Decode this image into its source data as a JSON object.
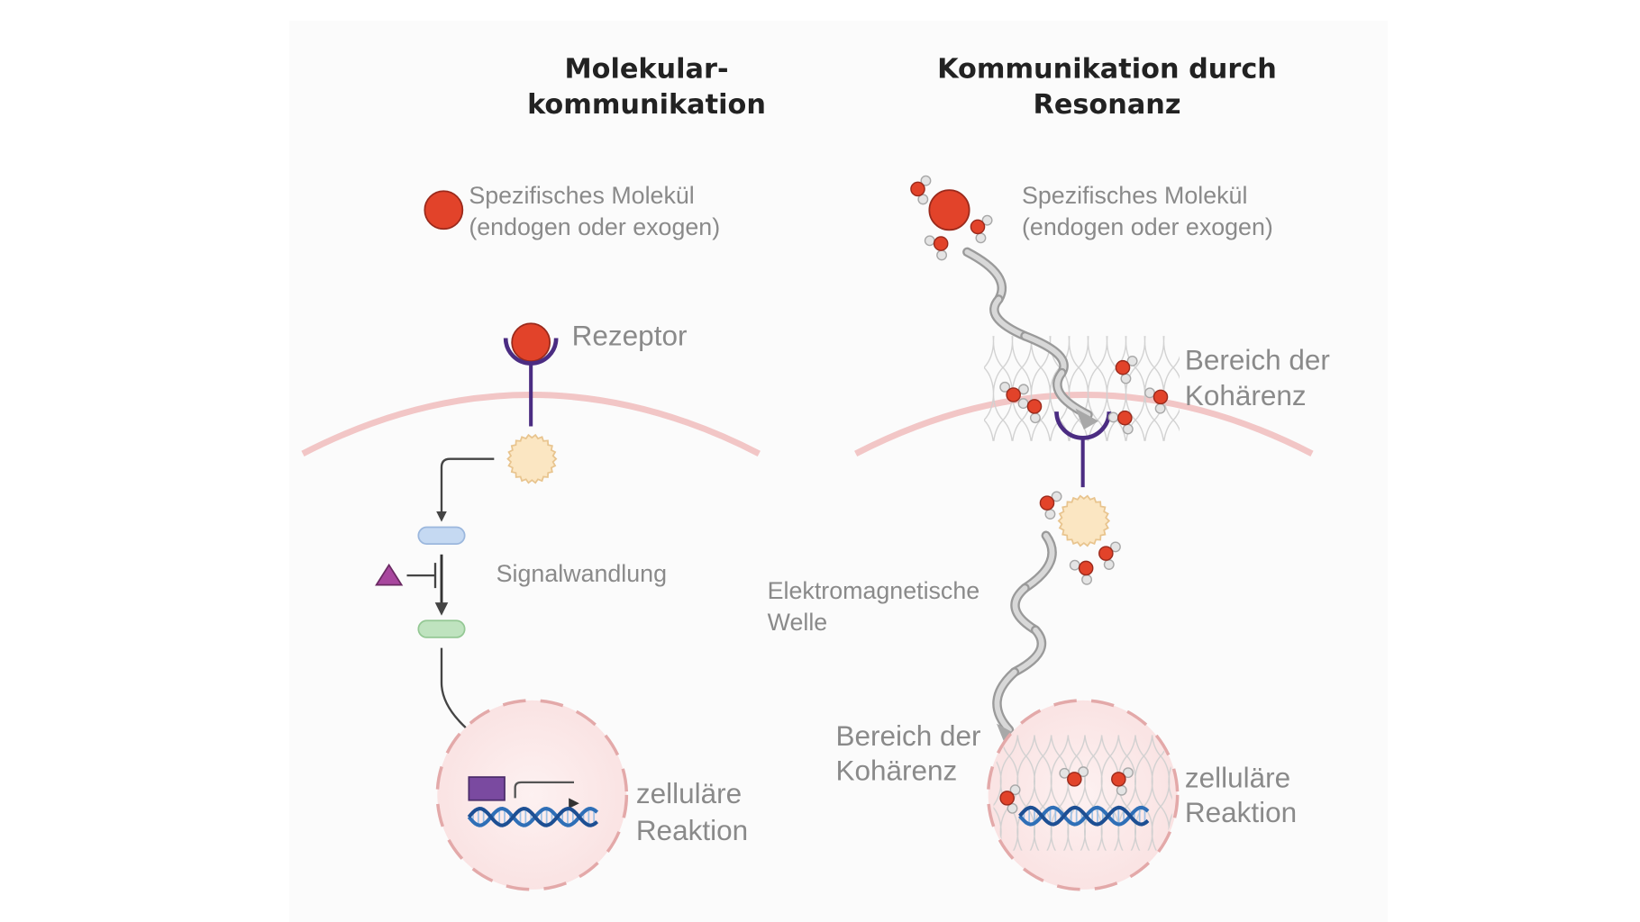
{
  "colors": {
    "background": "#ffffff",
    "panel": "#fafafa",
    "molecule": "#e2432a",
    "molecule_stroke": "#9a2a1c",
    "receptor": "#4b2c82",
    "membrane": "#f2c6c6",
    "nucleus_fill": "#fbe9e9",
    "nucleus_stroke": "#e3a9a9",
    "messenger_fill": "#fbe6c2",
    "messenger_stroke": "#e8c48e",
    "pill_blue": "#c5d9f2",
    "pill_green": "#bfe3bf",
    "inhibitor": "#a8479e",
    "gene_box": "#7a4aa0",
    "dna": "#2f6fb7",
    "wave": "#b5b5b5",
    "hydrogen": "#c8c8c8",
    "lattice": "#d3d3d3",
    "text_title": "#222222",
    "text_label": "#8a8a8a"
  },
  "left_panel": {
    "title_line1": "Molekular-",
    "title_line2": "kommunikation",
    "molecule_label_line1": "Spezifisches Molekül",
    "molecule_label_line2": "(endogen oder exogen)",
    "receptor_label": "Rezeptor",
    "signal_label": "Signalwandlung",
    "response_label_line1": "zelluläre",
    "response_label_line2": "Reaktion"
  },
  "right_panel": {
    "title_line1": "Kommunikation durch",
    "title_line2": "Resonanz",
    "molecule_label_line1": "Spezifisches Molekül",
    "molecule_label_line2": "(endogen oder exogen)",
    "coherence_top_line1": "Bereich der",
    "coherence_top_line2": "Kohärenz",
    "wave_label_line1": "Elektromagnetische",
    "wave_label_line2": "Welle",
    "coherence_bottom_line1": "Bereich der",
    "coherence_bottom_line2": "Kohärenz",
    "response_label_line1": "zelluläre",
    "response_label_line2": "Reaktion"
  }
}
